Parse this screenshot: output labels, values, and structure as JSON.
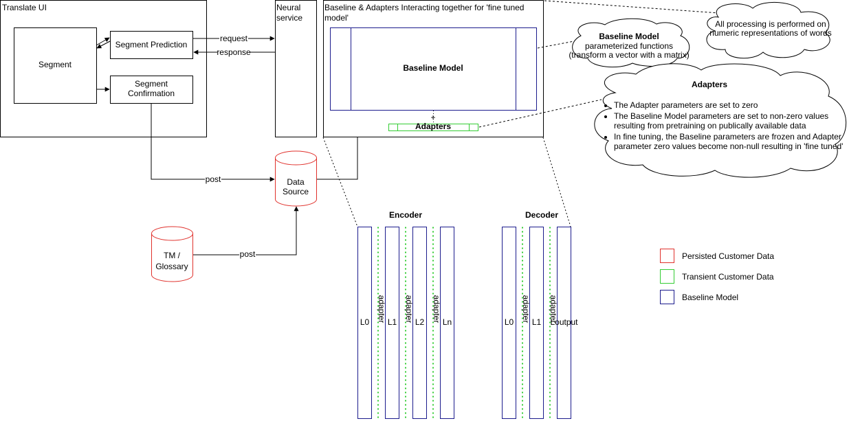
{
  "translate_ui": {
    "title": "Translate UI",
    "segment": "Segment",
    "segment_prediction": "Segment Prediction",
    "segment_confirmation_line1": "Segment",
    "segment_confirmation_line2": "Confirmation"
  },
  "neural_service": {
    "line1": "Neural",
    "line2": "service"
  },
  "edges": {
    "request": "request",
    "response": "response",
    "post_1": "post",
    "post_2": "post"
  },
  "data_source": {
    "line1": "Data",
    "line2": "Source"
  },
  "tm_glossary": {
    "line1": "TM /",
    "line2": "Glossary"
  },
  "baseline_adapters": {
    "title_line1": "Baseline & Adapters Interacting together for 'fine tuned",
    "title_line2": "model'",
    "baseline_model": "Baseline Model",
    "plus": "+",
    "adapters": "Adapters"
  },
  "clouds": {
    "processing_line1": "All processing is performed on",
    "processing_line2": "numeric representations of words",
    "baseline_title": "Baseline Model",
    "baseline_line1": "parameterized functions",
    "baseline_line2": "(transform a vector with a matrix)",
    "adapters_title": "Adapters",
    "adapters_bullets": [
      "The Adapter parameters are set to zero",
      "The Baseline Model parameters are set to non-zero values resulting from pretraining on publically available data",
      "In fine tuning, the Baseline parameters are frozen and Adapter parameter zero values become non-null resulting in 'fine tuned'"
    ]
  },
  "encoder": {
    "title": "Encoder",
    "layers": [
      "L0",
      "L1",
      "L2",
      "Ln"
    ],
    "adapter_label": "adapter"
  },
  "decoder": {
    "title": "Decoder",
    "layers": [
      "L0",
      "L1",
      "Loutput"
    ],
    "adapter_label": "adapter"
  },
  "legend": [
    {
      "label": "Persisted Customer Data",
      "color": "#e0302b"
    },
    {
      "label": "Transient Customer Data",
      "color": "#33cc33"
    },
    {
      "label": "Baseline Model",
      "color": "#1a1a8c"
    }
  ],
  "colors": {
    "persisted": "#e0302b",
    "transient": "#33cc33",
    "baseline": "#1a1a8c"
  }
}
